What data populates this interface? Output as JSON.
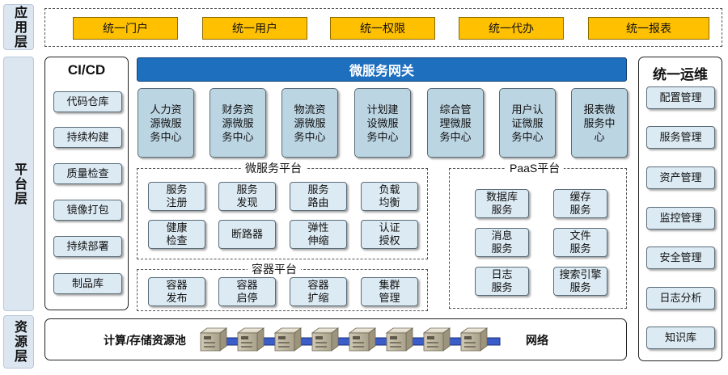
{
  "layers": {
    "app": "应用层",
    "platform": "平台层",
    "resource": "资源层"
  },
  "app_layer": {
    "items": [
      "统一门户",
      "统一用户",
      "统一权限",
      "统一代办",
      "统一报表"
    ]
  },
  "cicd": {
    "title": "CI/CD",
    "items": [
      "代码仓库",
      "持续构建",
      "质量检查",
      "镜像打包",
      "持续部署",
      "制品库"
    ]
  },
  "gateway": {
    "label": "微服务网关"
  },
  "service_centers": [
    "人力资\n源微服\n务中心",
    "财务资\n源微服\n务中心",
    "物流资\n源微服\n务中心",
    "计划建\n设微服\n务中心",
    "综合管\n理微服\n务中心",
    "用户认\n证微服\n务中心",
    "报表微\n服务中\n心"
  ],
  "microservice_platform": {
    "label": "微服务平台",
    "items": [
      "服务\n注册",
      "服务\n发现",
      "服务\n路由",
      "负载\n均衡",
      "健康\n检查",
      "断路器",
      "弹性\n伸缩",
      "认证\n授权"
    ]
  },
  "container_platform": {
    "label": "容器平台",
    "items": [
      "容器\n发布",
      "容器\n启停",
      "容器\n扩缩",
      "集群\n管理"
    ]
  },
  "paas_platform": {
    "label": "PaaS平台",
    "items": [
      "数据库\n服务",
      "缓存\n服务",
      "消息\n服务",
      "文件\n服务",
      "日志\n服务",
      "搜索引擎\n服务"
    ]
  },
  "ops": {
    "title": "统一运维",
    "items": [
      "配置管理",
      "服务管理",
      "资产管理",
      "监控管理",
      "安全管理",
      "日志分析",
      "知识库"
    ]
  },
  "resource_pool": {
    "left_label": "计算/存储资源池",
    "right_label": "网络",
    "server_count": 8,
    "server_icon": "server-icon"
  },
  "colors": {
    "app_button": "#ffc000",
    "gateway": "#1f6fbf",
    "layer_label_bg": "#dce6f0",
    "box_bg": "#dceaf3",
    "service_bg": "#bcd5e3"
  }
}
